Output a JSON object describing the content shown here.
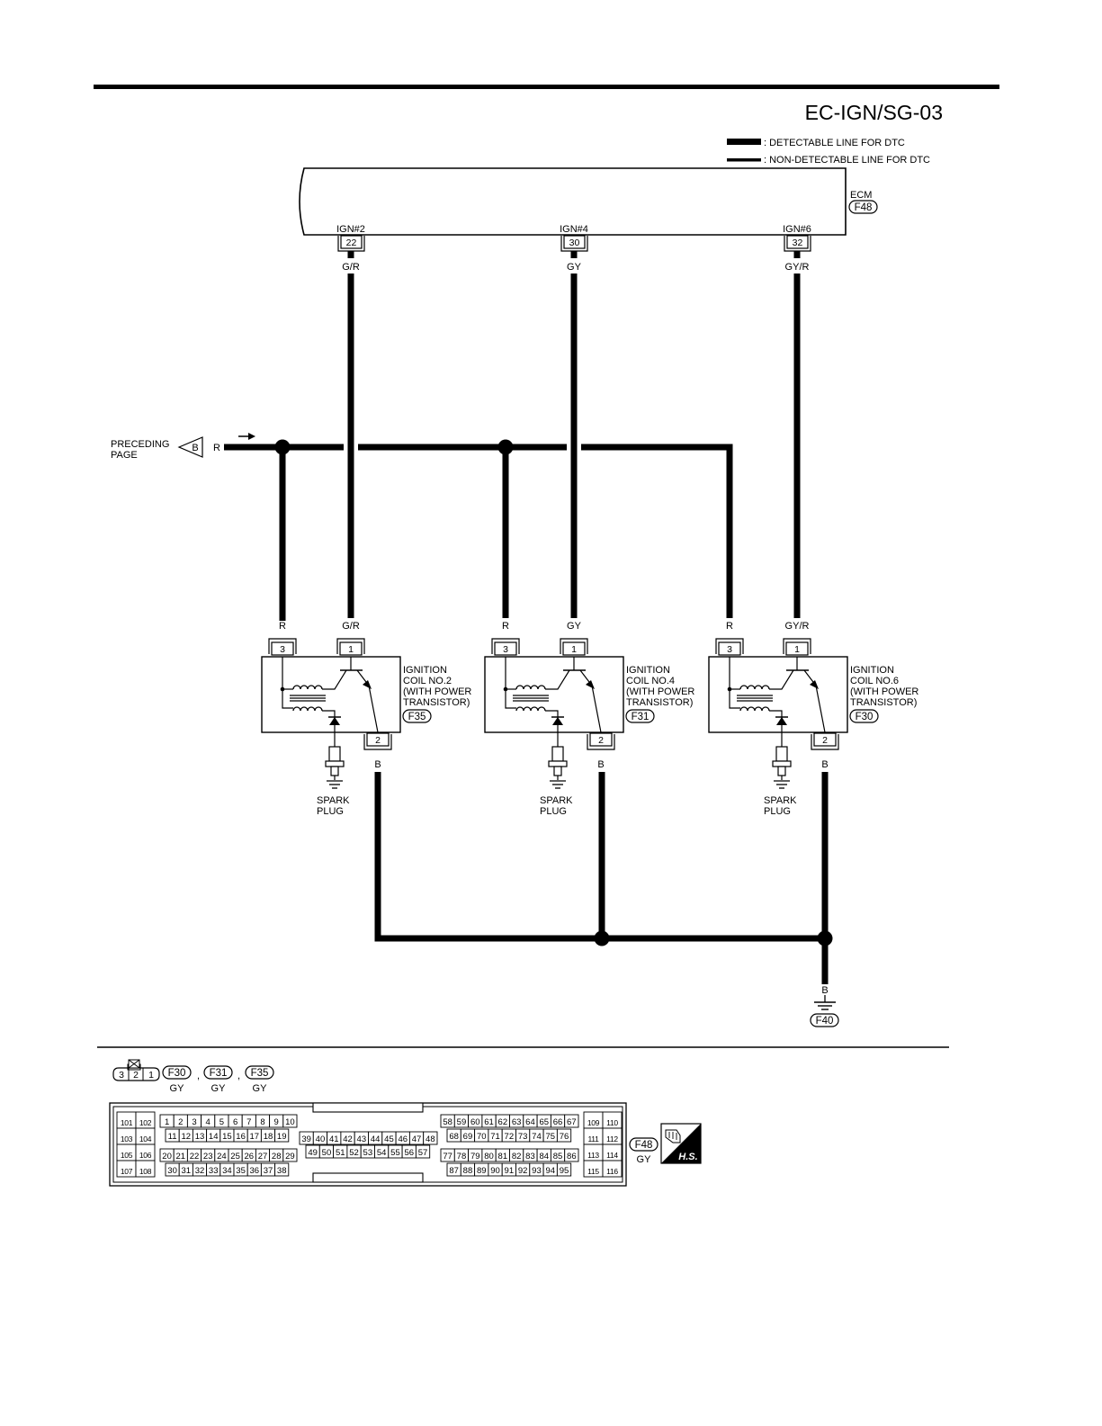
{
  "header": {
    "page_code": "EC-IGN/SG-03"
  },
  "legend": {
    "detectable": ": DETECTABLE LINE FOR DTC",
    "non_detectable": ": NON-DETECTABLE LINE FOR DTC"
  },
  "ecm": {
    "label": "ECM",
    "connector": "F48",
    "terminals": [
      {
        "name": "IGN#2",
        "pin": "22",
        "wire": "G/R"
      },
      {
        "name": "IGN#4",
        "pin": "30",
        "wire": "GY"
      },
      {
        "name": "IGN#6",
        "pin": "32",
        "wire": "GY/R"
      }
    ]
  },
  "preceding": {
    "label_line1": "PRECEDING",
    "label_line2": "PAGE",
    "code": "B",
    "wire": "R"
  },
  "coils": [
    {
      "name_lines": [
        "IGNITION",
        "COIL NO.2",
        "(WITH POWER",
        "TRANSISTOR)"
      ],
      "connector": "F35",
      "pin3": "3",
      "pin1": "1",
      "pin2": "2",
      "wire3": "R",
      "wire1": "G/R",
      "wire2": "B",
      "plug_line1": "SPARK",
      "plug_line2": "PLUG"
    },
    {
      "name_lines": [
        "IGNITION",
        "COIL NO.4",
        "(WITH POWER",
        "TRANSISTOR)"
      ],
      "connector": "F31",
      "pin3": "3",
      "pin1": "1",
      "pin2": "2",
      "wire3": "R",
      "wire1": "GY",
      "wire2": "B",
      "plug_line1": "SPARK",
      "plug_line2": "PLUG"
    },
    {
      "name_lines": [
        "IGNITION",
        "COIL NO.6",
        "(WITH POWER",
        "TRANSISTOR)"
      ],
      "connector": "F30",
      "pin3": "3",
      "pin1": "1",
      "pin2": "2",
      "wire3": "R",
      "wire1": "GY/R",
      "wire2": "B",
      "plug_line1": "SPARK",
      "plug_line2": "PLUG"
    }
  ],
  "ground": {
    "wire": "B",
    "connector": "F40"
  },
  "connector_views": {
    "coil_conn": {
      "pins": [
        "3",
        "2",
        "1"
      ],
      "codes": [
        "F30",
        "F31",
        "F35"
      ],
      "colors": [
        "GY",
        "GY",
        "GY"
      ],
      "sep": ","
    },
    "ecm_conn": {
      "code": "F48",
      "color": "GY"
    },
    "hs_label": "H.S."
  }
}
